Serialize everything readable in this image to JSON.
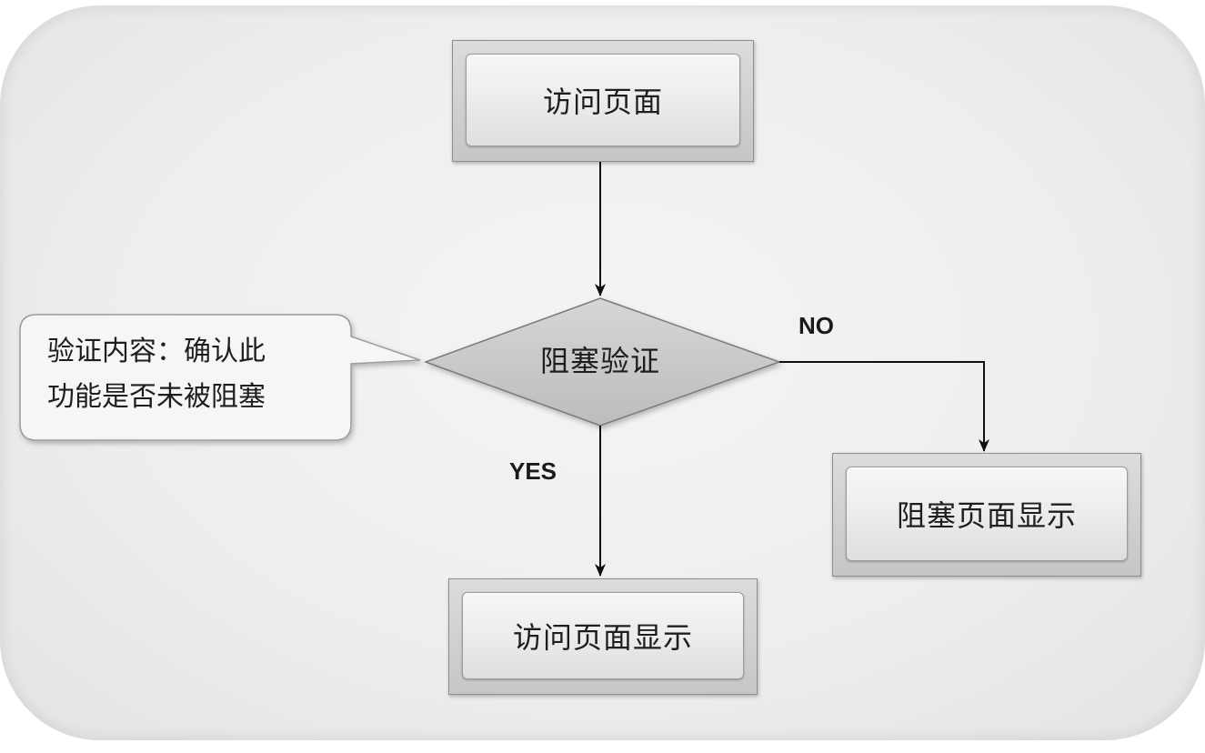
{
  "diagram": {
    "type": "flowchart",
    "nodes": {
      "start": {
        "label": "访问页面"
      },
      "decision": {
        "label": "阻塞验证"
      },
      "yes_result": {
        "label": "访问页面显示"
      },
      "no_result": {
        "label": "阻塞页面显示"
      }
    },
    "edges": {
      "yes_label": "YES",
      "no_label": "NO"
    },
    "callout": {
      "line1": "验证内容：确认此",
      "line2": "功能是否未被阻塞"
    },
    "colors": {
      "line": "#111111",
      "diamond_fill": "#c8c8c8",
      "callout_fill": "#f6f6f6"
    }
  }
}
